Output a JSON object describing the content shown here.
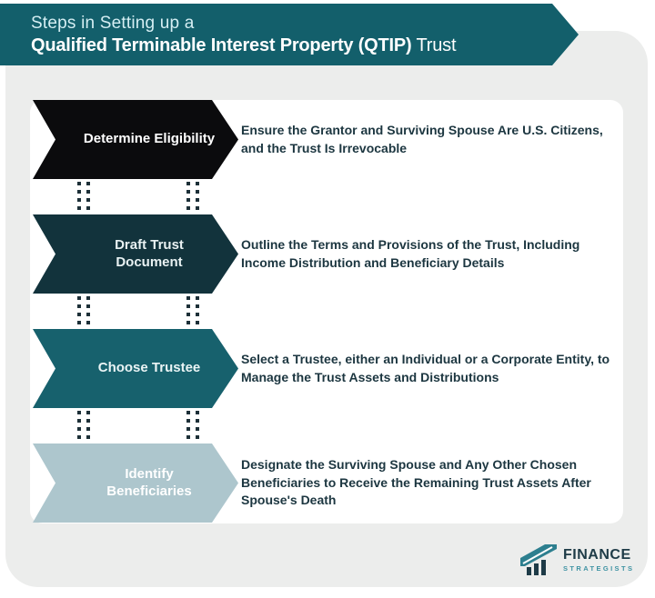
{
  "header": {
    "title_line1": "Steps in Setting up a",
    "title_line2_bold": "Qualified Terminable Interest Property (QTIP)",
    "title_line2_regular": " Trust"
  },
  "steps": [
    {
      "label": "Determine Eligibility",
      "description": "Ensure the Grantor and Surviving Spouse Are U.S. Citizens, and the Trust Is Irrevocable",
      "color": "#0b0b0d",
      "label_color": "#ffffff"
    },
    {
      "label": "Draft Trust Document",
      "description": "Outline the Terms and Provisions of the Trust, Including Income Distribution and Beneficiary Details",
      "color": "#12333c",
      "label_color": "#e9f2f3"
    },
    {
      "label": "Choose Trustee",
      "description": "Select a Trustee, either an Individual or a Corporate Entity, to Manage the Trust Assets and Distributions",
      "color": "#17616d",
      "label_color": "#eaf4f5"
    },
    {
      "label": "Identify Beneficiaries",
      "description": "Designate the Surviving Spouse and Any Other Chosen Beneficiaries to Receive the Remaining Trust Assets After Spouse's Death",
      "color": "#adc6cd",
      "label_color": "#ffffff"
    }
  ],
  "logo": {
    "name_line1": "FINANCE",
    "name_line2": "STRATEGISTS",
    "icon": "bar-chart-logo-icon"
  },
  "colors": {
    "banner": "#135f6b",
    "background": "#ffffff",
    "panel": "#ecedec",
    "card": "#ffffff",
    "description_text": "#1c3640",
    "dots": "#1d3038"
  }
}
